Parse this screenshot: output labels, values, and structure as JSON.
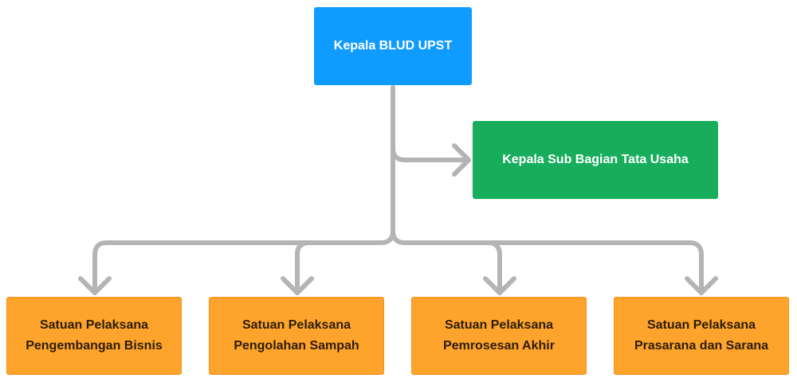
{
  "chart": {
    "top": {
      "label": "Kepala BLUD UPST"
    },
    "staff": {
      "label": "Kepala Sub Bagian Tata Usaha"
    },
    "units": [
      {
        "line1": "Satuan Pelaksana",
        "line2": "Pengembangan Bisnis"
      },
      {
        "line1": "Satuan Pelaksana",
        "line2": "Pengolahan Sampah"
      },
      {
        "line1": "Satuan Pelaksana",
        "line2": "Pemrosesan Akhir"
      },
      {
        "line1": "Satuan Pelaksana",
        "line2": "Prasarana dan Sarana"
      }
    ]
  },
  "colors": {
    "top_fill": "#0f9bff",
    "staff_fill": "#17ad5c",
    "unit_fill": "#fea32b",
    "connector": "#b4b4b4"
  }
}
